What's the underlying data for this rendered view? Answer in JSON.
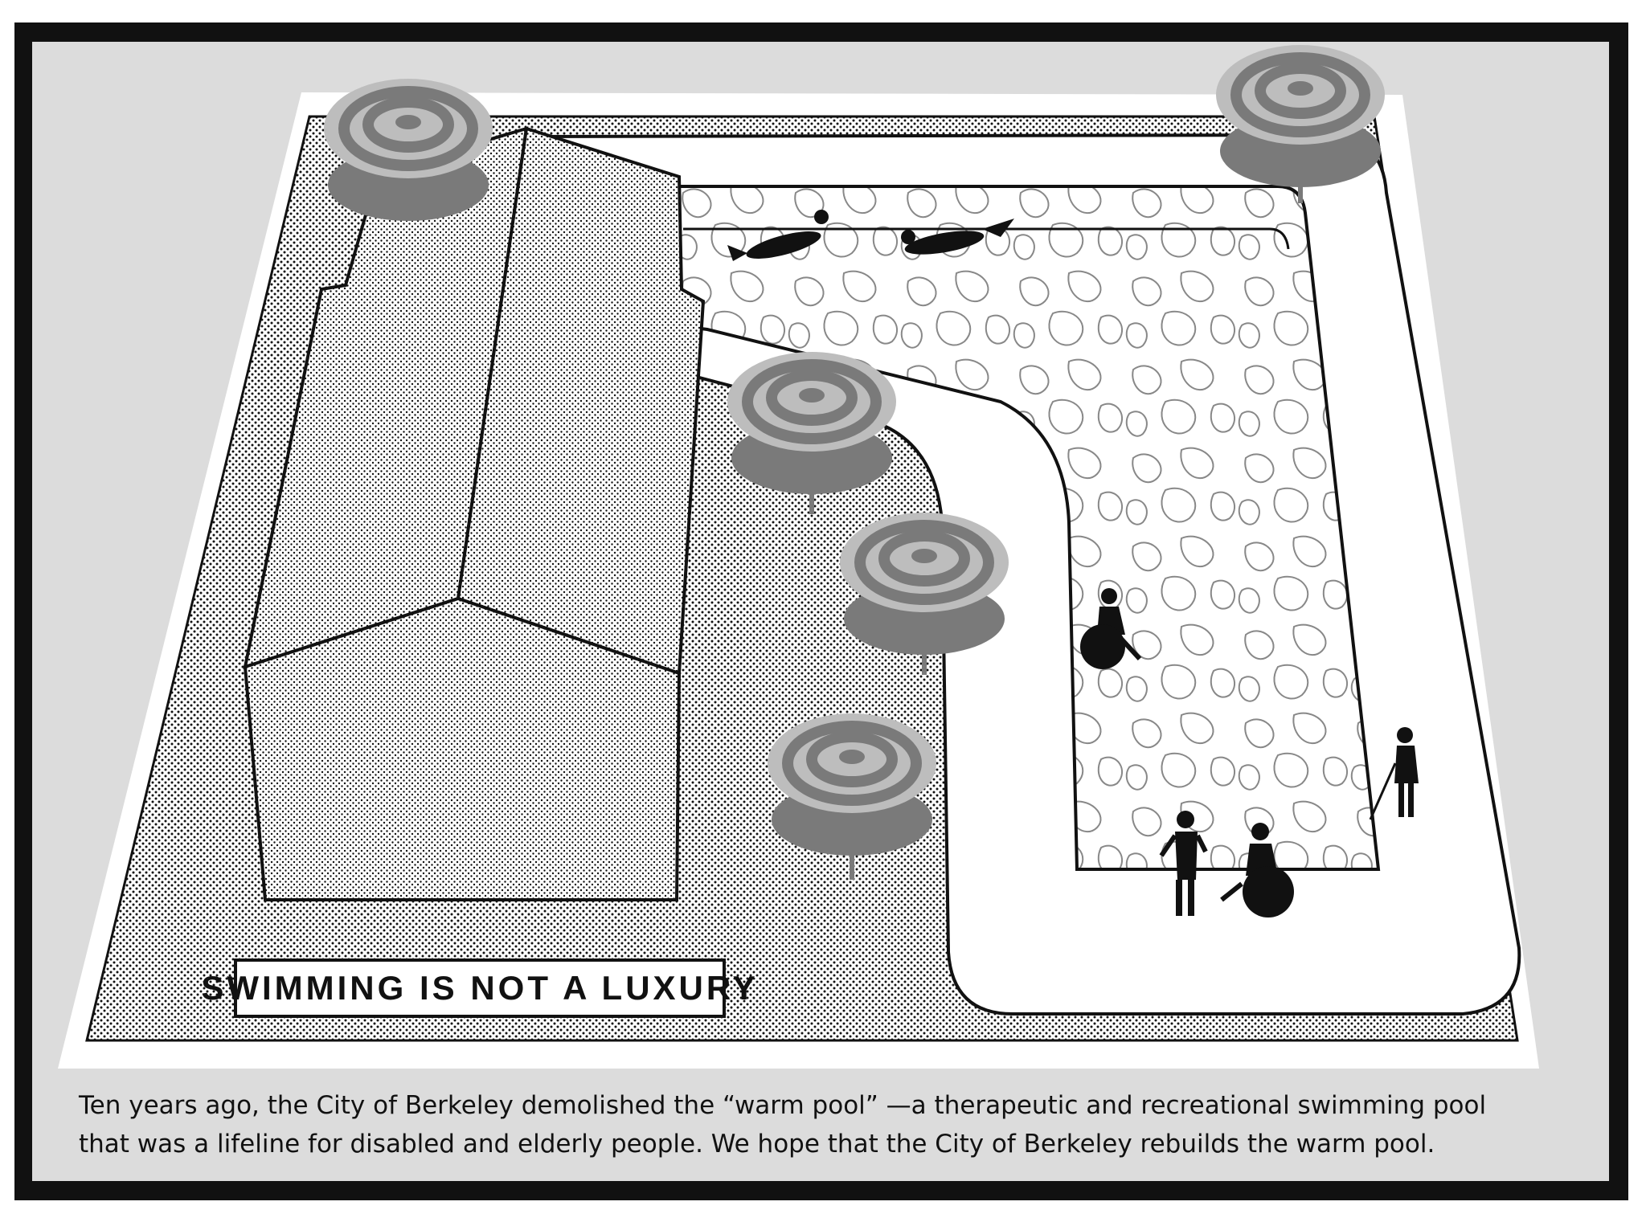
{
  "sign": {
    "text": "SWIMMING IS NOT A LUXURY"
  },
  "caption": {
    "line1": "Ten years ago, the City of Berkeley demolished the “warm pool” —a therapeutic and recreational swimming pool",
    "line2": "that was a lifeline for disabled and elderly people. We hope that the City of Berkeley rebuilds the warm pool."
  },
  "colors": {
    "frame": "#111111",
    "panel": "#dcdcdc",
    "paper": "#ffffff",
    "ink": "#111111",
    "umbrella_light": "#bdbdbd",
    "umbrella_dark": "#7a7a7a"
  }
}
